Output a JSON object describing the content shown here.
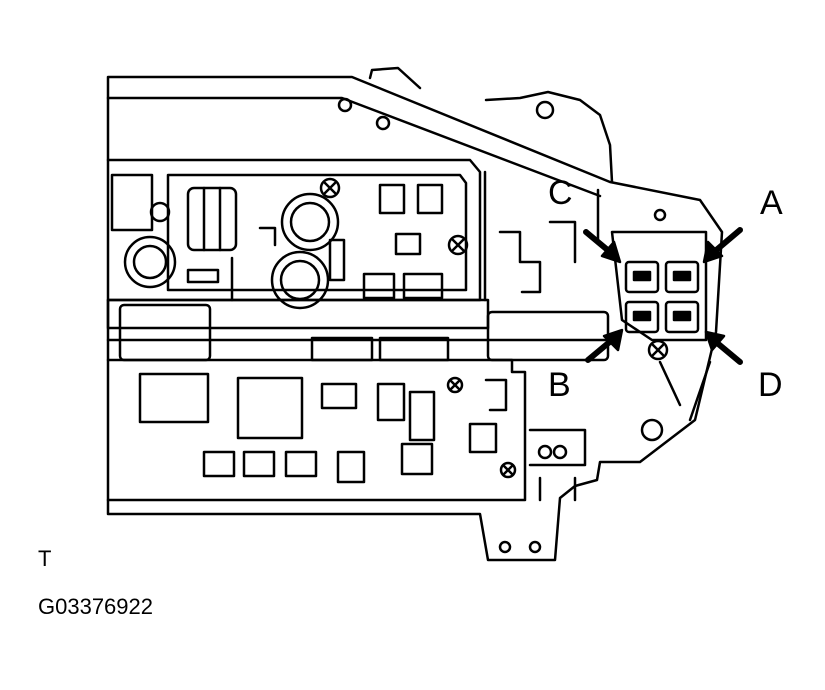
{
  "callouts": {
    "a": "A",
    "b": "B",
    "c": "C",
    "d": "D"
  },
  "orientation_mark": "T",
  "figure_code": "G03376922",
  "colors": {
    "ink": "#000000",
    "paper": "#ffffff"
  }
}
